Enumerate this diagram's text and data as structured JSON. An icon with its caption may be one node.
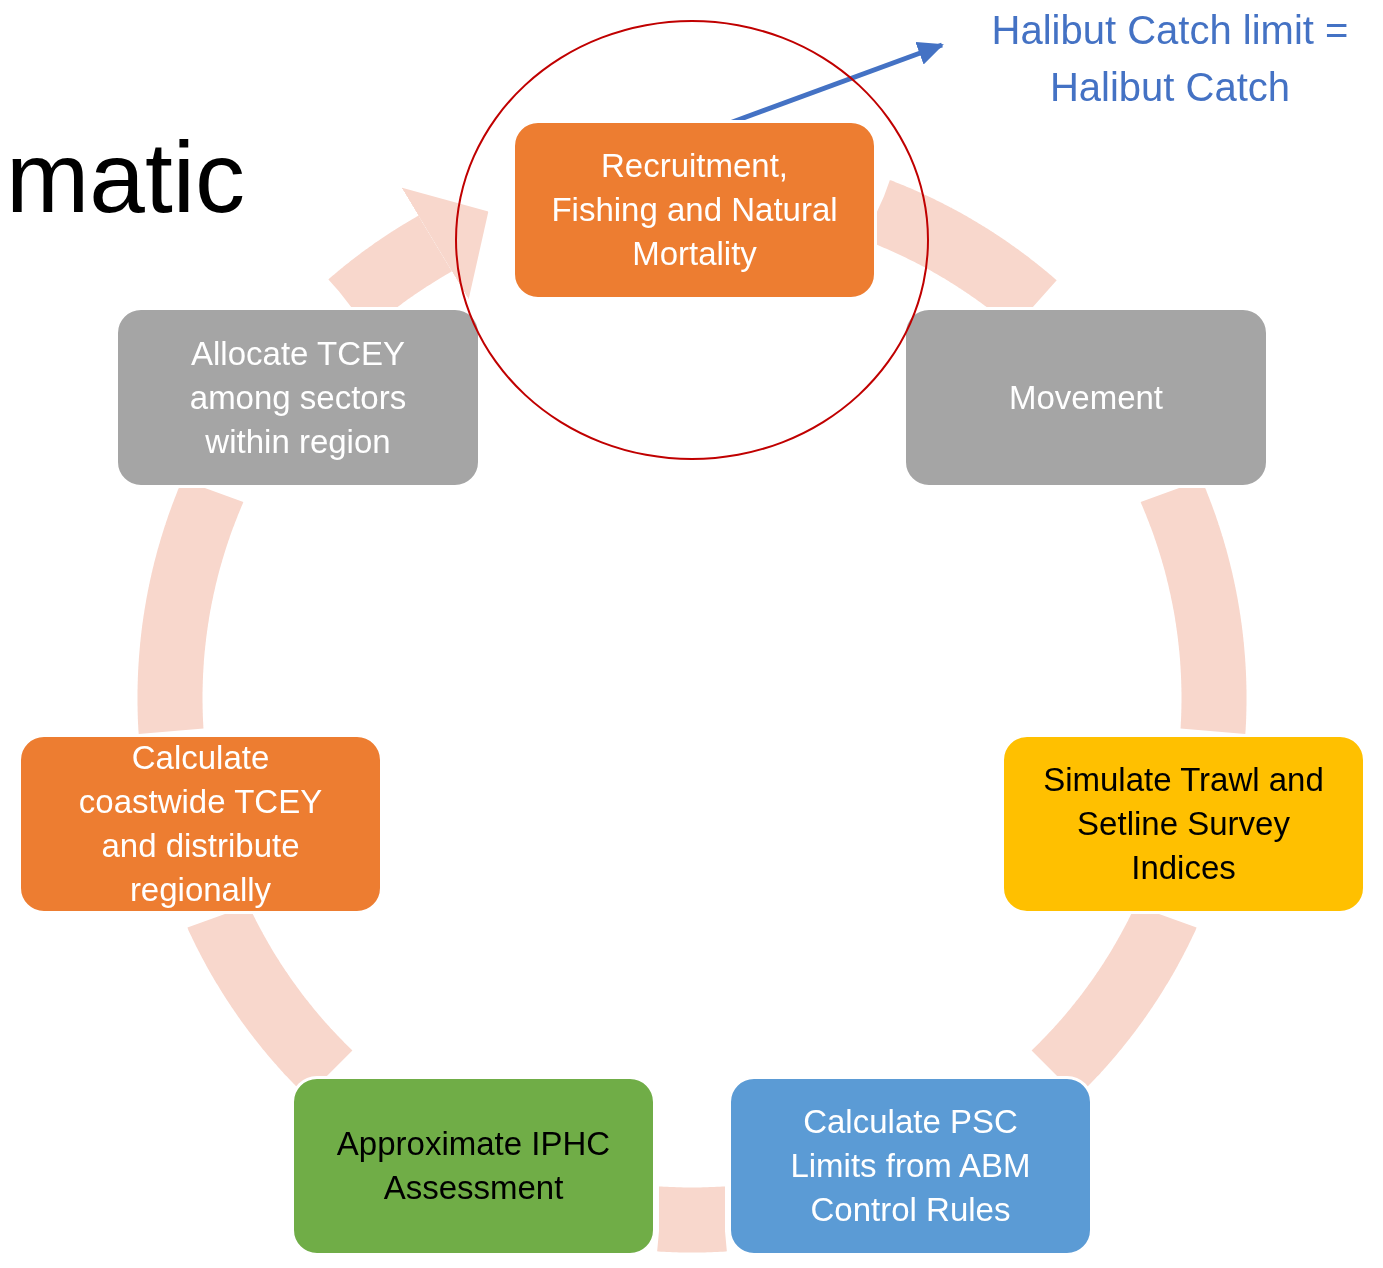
{
  "diagram": {
    "nodes": [
      {
        "text": [
          "Recruitment, Fishing and Natural Mortality"
        ],
        "in": 7
      },
      {
        "text": [
          "Movement"
        ]
      },
      {
        "text": [
          "Simulate Trawl and Setline Survey Indices"
        ]
      },
      {
        "text": [
          "Calculate PSC Limits from ABM Control Rules"
        ]
      },
      {
        "text": [
          "Approximate IPHC Assessment"
        ]
      },
      {
        "text": [
          "Calculate coastwide TCEY and distribute regionally"
        ]
      },
      {
        "text": [
          "Allocate TCEY among sectors within region"
        ]
      },
      {
        "text": [],
        "shape": "circle"
      },
      {
        "text": [
          "Halibut Catch limit = Halibut Catch"
        ]
      }
    ],
    "edges": [
      {
        "from": 0,
        "to": 1,
        "arrow": "none"
      },
      {
        "from": 1,
        "to": 2,
        "arrow": "none"
      },
      {
        "from": 2,
        "to": 3,
        "arrow": "none"
      },
      {
        "from": 3,
        "to": 4,
        "arrow": "none"
      },
      {
        "from": 4,
        "to": 5,
        "arrow": "none"
      },
      {
        "from": 5,
        "to": 6,
        "arrow": "none"
      },
      {
        "from": 6,
        "to": 0,
        "arrow": "to"
      },
      {
        "from": 0,
        "to": 8,
        "arrow": "to",
        "color": "#4472c4"
      }
    ],
    "labels": [
      "matic"
    ]
  }
}
